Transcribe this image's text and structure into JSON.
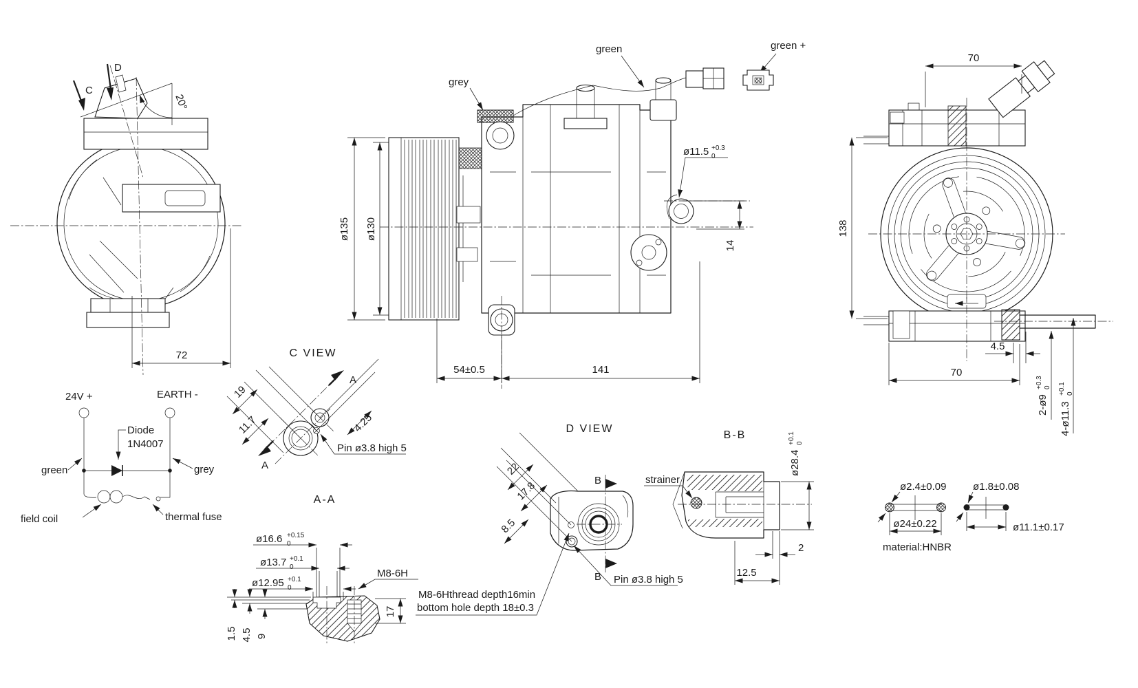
{
  "drawing": {
    "front_view": {
      "c": "C",
      "d": "D",
      "angle": "20°",
      "w72": "72"
    },
    "side_view": {
      "grey": "grey",
      "green": "green",
      "d135": "ø135",
      "d130": "ø130",
      "hole": {
        "v": "ø11.5",
        "sup": "+0.3",
        "sub": "0"
      },
      "h14": "14",
      "w54": "54±0.5",
      "w141": "141"
    },
    "connector": {
      "label": "green +"
    },
    "rear_view": {
      "top70": "70",
      "h138": "138",
      "b45": "4.5",
      "bot70": "70",
      "holes2": {
        "v": "2-ø9",
        "sup": "+0.3",
        "sub": "0"
      },
      "holes4": {
        "v": "4-ø11.3",
        "sup": "+0.1",
        "sub": "0"
      }
    },
    "circuit": {
      "v24": "24V +",
      "earth": "EARTH -",
      "diode1": "Diode",
      "diode2": "1N4007",
      "green": "green",
      "grey": "grey",
      "coil": "field coil",
      "fuse": "thermal fuse"
    },
    "c_view": {
      "title": "C VIEW",
      "d19": "19",
      "d117": "11.7",
      "d425": "4.25",
      "a": "A",
      "pin": "Pin ø3.8 high 5"
    },
    "aa": {
      "title": "A-A",
      "d166": {
        "v": "ø16.6",
        "sup": "+0.15",
        "sub": "0"
      },
      "d137": {
        "v": "ø13.7",
        "sup": "+0.1",
        "sub": "0"
      },
      "d1295": {
        "v": "ø12.95",
        "sup": "+0.1",
        "sub": "0"
      },
      "m8": "M8-6H",
      "d15": "1.5",
      "d45": "4.5",
      "d9": "9",
      "d17": "17"
    },
    "d_view": {
      "title": "D VIEW",
      "d22": "22",
      "d178": "17.8",
      "d85": "8.5",
      "b": "B",
      "pin": "Pin ø3.8 high 5",
      "note1": "M8-6Hthread depth16min",
      "note2": "bottom hole depth 18±0.3"
    },
    "bb": {
      "title": "B-B",
      "strainer": "strainer",
      "d284": {
        "v": "ø28.4",
        "sup": "+0.1",
        "sub": "0"
      },
      "d2": "2",
      "d125": "12.5"
    },
    "orings": {
      "cs1": "ø2.4±0.09",
      "id1": "ø24±0.22",
      "cs2": "ø1.8±0.08",
      "id2": "ø11.1±0.17",
      "material": "material:HNBR"
    },
    "colors": {
      "ink": "#1b1b1b",
      "bg": "#ffffff"
    }
  }
}
